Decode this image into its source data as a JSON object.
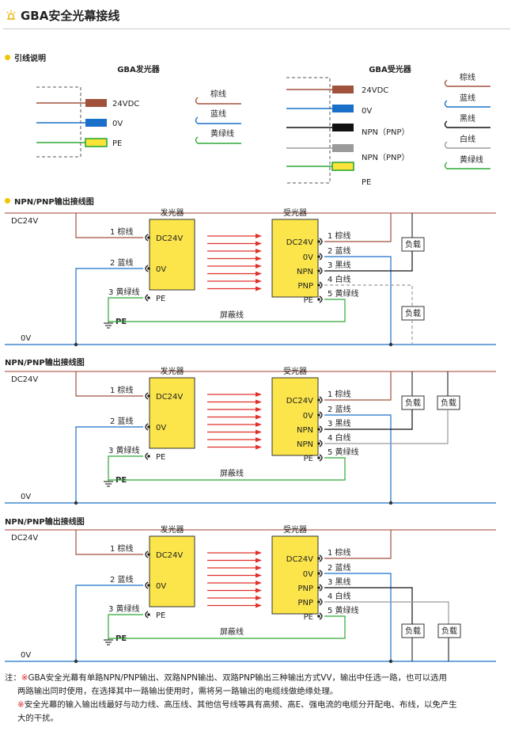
{
  "header": {
    "title": "GBA安全光幕接线"
  },
  "section_leads": {
    "title": "引线说明"
  },
  "emitter_leads": {
    "title": "GBA发光器",
    "wires": [
      {
        "label": "24VDC",
        "color": "#a0523c"
      },
      {
        "label": "0V",
        "color": "#1a70c8"
      },
      {
        "label": "PE",
        "color": "#2ea836"
      }
    ],
    "legend": [
      "棕线",
      "蓝线",
      "黄绿线"
    ]
  },
  "receiver_leads": {
    "title": "GBA受光器",
    "wires": [
      {
        "label": "24VDC",
        "color": "#a0523c"
      },
      {
        "label": "0V",
        "color": "#1a70c8"
      },
      {
        "label": "NPN（PNP）",
        "color": "#111111"
      },
      {
        "label": "NPN（PNP）",
        "color": "#9a9a9a"
      },
      {
        "label": "PE",
        "color": "#2ea836"
      }
    ],
    "legend": [
      "棕线",
      "蓝线",
      "黑线",
      "白线",
      "黄绿线"
    ]
  },
  "diagrams": [
    {
      "title": "NPN/PNP输出接线图",
      "dc_label": "DC24V",
      "zero_label": "0V",
      "emitter": {
        "title": "发光器",
        "terms": [
          "DC24V",
          "0V",
          "PE"
        ],
        "wires": [
          "1 棕线",
          "2 蓝线",
          "3 黄绿线"
        ]
      },
      "receiver": {
        "title": "受光器",
        "terms": [
          "DC24V",
          "0V",
          "NPN",
          "PNP",
          "PE"
        ],
        "wires": [
          "1 棕线",
          "2 蓝线",
          "3 黑线",
          "4 白线",
          "5 黄绿线"
        ]
      },
      "shield": "屏蔽线",
      "pe": "PE",
      "loads": [
        "负载",
        "负载"
      ]
    },
    {
      "title": "NPN/PNP输出接线图",
      "dc_label": "DC24V",
      "zero_label": "0V",
      "emitter": {
        "title": "发光器",
        "terms": [
          "DC24V",
          "0V",
          "PE"
        ],
        "wires": [
          "1 棕线",
          "2 蓝线",
          "3 黄绿线"
        ]
      },
      "receiver": {
        "title": "受光器",
        "terms": [
          "DC24V",
          "0V",
          "NPN",
          "NPN",
          "PE"
        ],
        "wires": [
          "1 棕线",
          "2 蓝线",
          "3 黑线",
          "4 白线",
          "5 黄绿线"
        ]
      },
      "shield": "屏蔽线",
      "pe": "PE",
      "loads": [
        "负载",
        "负载"
      ]
    },
    {
      "title": "NPN/PNP输出接线图",
      "dc_label": "DC24V",
      "zero_label": "0V",
      "emitter": {
        "title": "发光器",
        "terms": [
          "DC24V",
          "0V",
          "PE"
        ],
        "wires": [
          "1 棕线",
          "2 蓝线",
          "3 黄绿线"
        ]
      },
      "receiver": {
        "title": "受光器",
        "terms": [
          "DC24V",
          "0V",
          "PNP",
          "PNP",
          "PE"
        ],
        "wires": [
          "1 棕线",
          "2 蓝线",
          "3 黑线",
          "4 白线",
          "5 黄绿线"
        ]
      },
      "shield": "屏蔽线",
      "pe": "PE",
      "loads": [
        "负载",
        "负载"
      ]
    }
  ],
  "notes": {
    "prefix": "注：",
    "star": "※",
    "n1a": "GBA安全光幕有单路NPN/PNP输出、双路NPN输出、双路PNP输出三种输出方式VV，输出中任选一路，也可以选用",
    "n1b": "两路输出同时使用，在选择其中一路输出使用时，需将另一路输出的电缆线做绝缘处理。",
    "n2a": "安全光幕的输入输出线最好与动力线、高压线、其他信号线等具有高频、高E、强电流的电缆分开配电、布线，以免产生",
    "n2b": "大的干扰。"
  },
  "colors": {
    "brown": "#a0523c",
    "blue": "#1a70c8",
    "black": "#111111",
    "white": "#9a9a9a",
    "green": "#2ea836",
    "yellow": "#fbe33a",
    "rail": "#b5665a",
    "arrow": "#e0302a"
  }
}
